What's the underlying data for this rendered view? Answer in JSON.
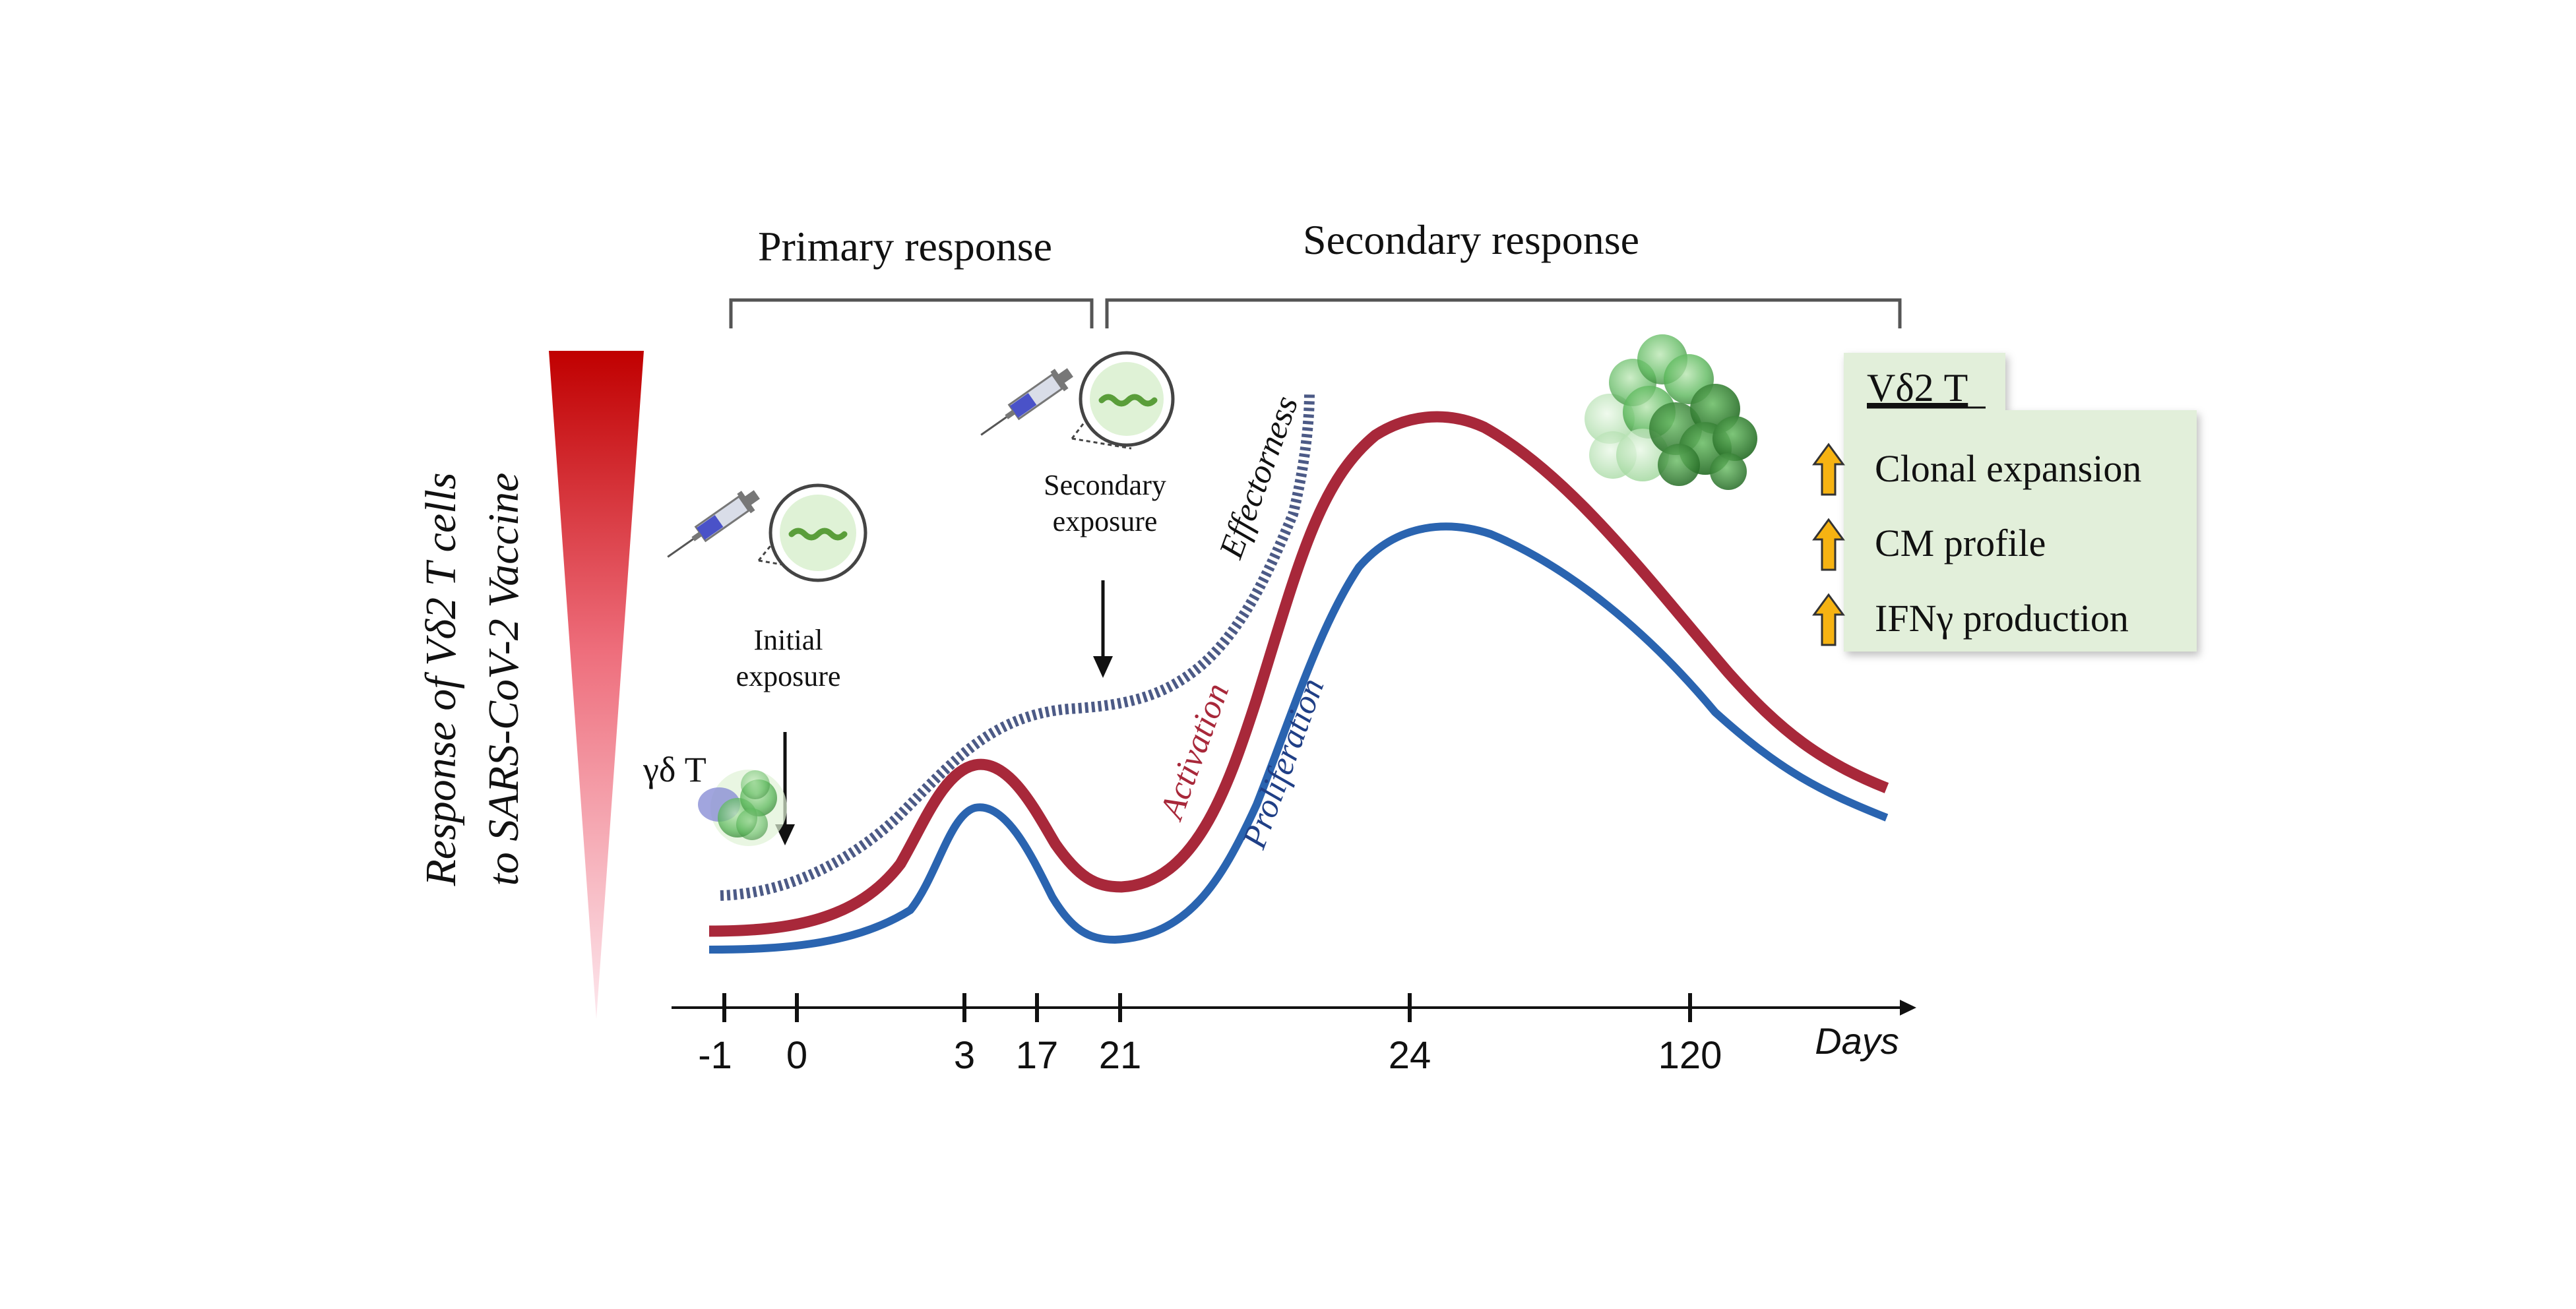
{
  "headings": {
    "primary": "Primary response",
    "secondary": "Secondary response"
  },
  "y_axis_label": {
    "line1": "Response of Vδ2 T cells",
    "line2": "to SARS-CoV-2 Vaccine"
  },
  "exposures": {
    "initial": {
      "line1": "Initial",
      "line2": "exposure"
    },
    "secondary": {
      "line1": "Secondary",
      "line2": "exposure"
    }
  },
  "cell_label": "γδ T",
  "curve_labels": {
    "effectorness": "Effectorness",
    "activation": "Activation",
    "proliferation": "Proliferation"
  },
  "x_axis": {
    "label": "Days",
    "ticks": [
      "-1",
      "0",
      "3",
      "17",
      "21",
      "24",
      "120"
    ]
  },
  "info_box": {
    "title": "Vδ2 T",
    "items": [
      "Clonal expansion",
      "CM profile",
      "IFNγ production"
    ]
  },
  "colors": {
    "activation": "#a8283a",
    "proliferation": "#2a64b0",
    "effectorness": "#4c5a86",
    "triangle_top": "#c00000",
    "info_box": "#e2efda",
    "arrow_up": "#f6b312"
  },
  "icons": [
    "syringe-icon",
    "spike-protein-icon",
    "gamma-delta-t-cell-icon",
    "cell-cluster-icon",
    "up-arrow-icon"
  ]
}
